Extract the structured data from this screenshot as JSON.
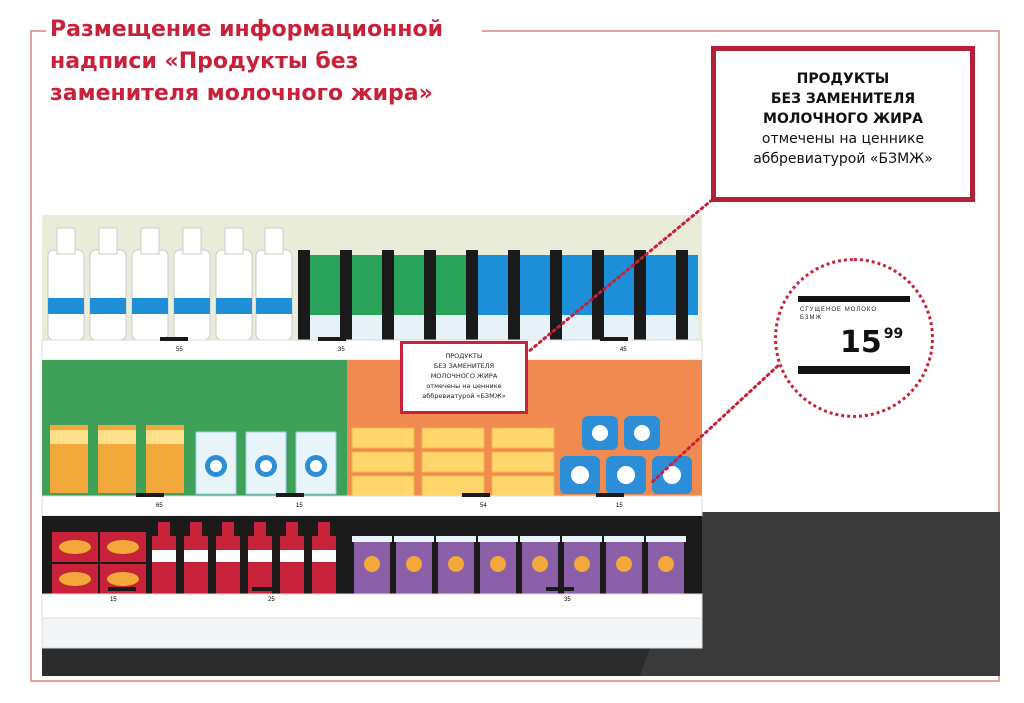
{
  "title": {
    "line1": "Размещение информационной",
    "line2": "надписи «Продукты без",
    "line3": "заменителя молочного жира»"
  },
  "big_sign": {
    "line1": "ПРОДУКТЫ",
    "line2": "БЕЗ ЗАМЕНИТЕЛЯ",
    "line3": "МОЛОЧНОГО ЖИРА",
    "line4": "отмечены на ценнике",
    "line5": "аббревиатурой «БЗМЖ»"
  },
  "small_sign": {
    "line1": "ПРОДУКТЫ",
    "line2": "БЕЗ ЗАМЕНИТЕЛЯ",
    "line3": "МОЛОЧНОГО ЖИРА",
    "line4": "отмечены на ценнике",
    "line5": "аббревиатурой «БЗМЖ»"
  },
  "price_tag_zoom": {
    "product_name": "СГУЩЕНОЕ МОЛОКО",
    "mark": "БЗМЖ",
    "price_main": "15",
    "price_cents": "99"
  },
  "shelf_prices": {
    "row1": [
      "55",
      "35",
      "45"
    ],
    "row2": [
      "65",
      "15",
      "54",
      "15"
    ],
    "row3": [
      "15",
      "25",
      "35"
    ]
  },
  "colors": {
    "accent": "#c8213a",
    "frame": "#e4a49e",
    "shelf_green": "#3fa05a",
    "shelf_orange": "#f08a50",
    "floor": "#2b2b2b"
  }
}
